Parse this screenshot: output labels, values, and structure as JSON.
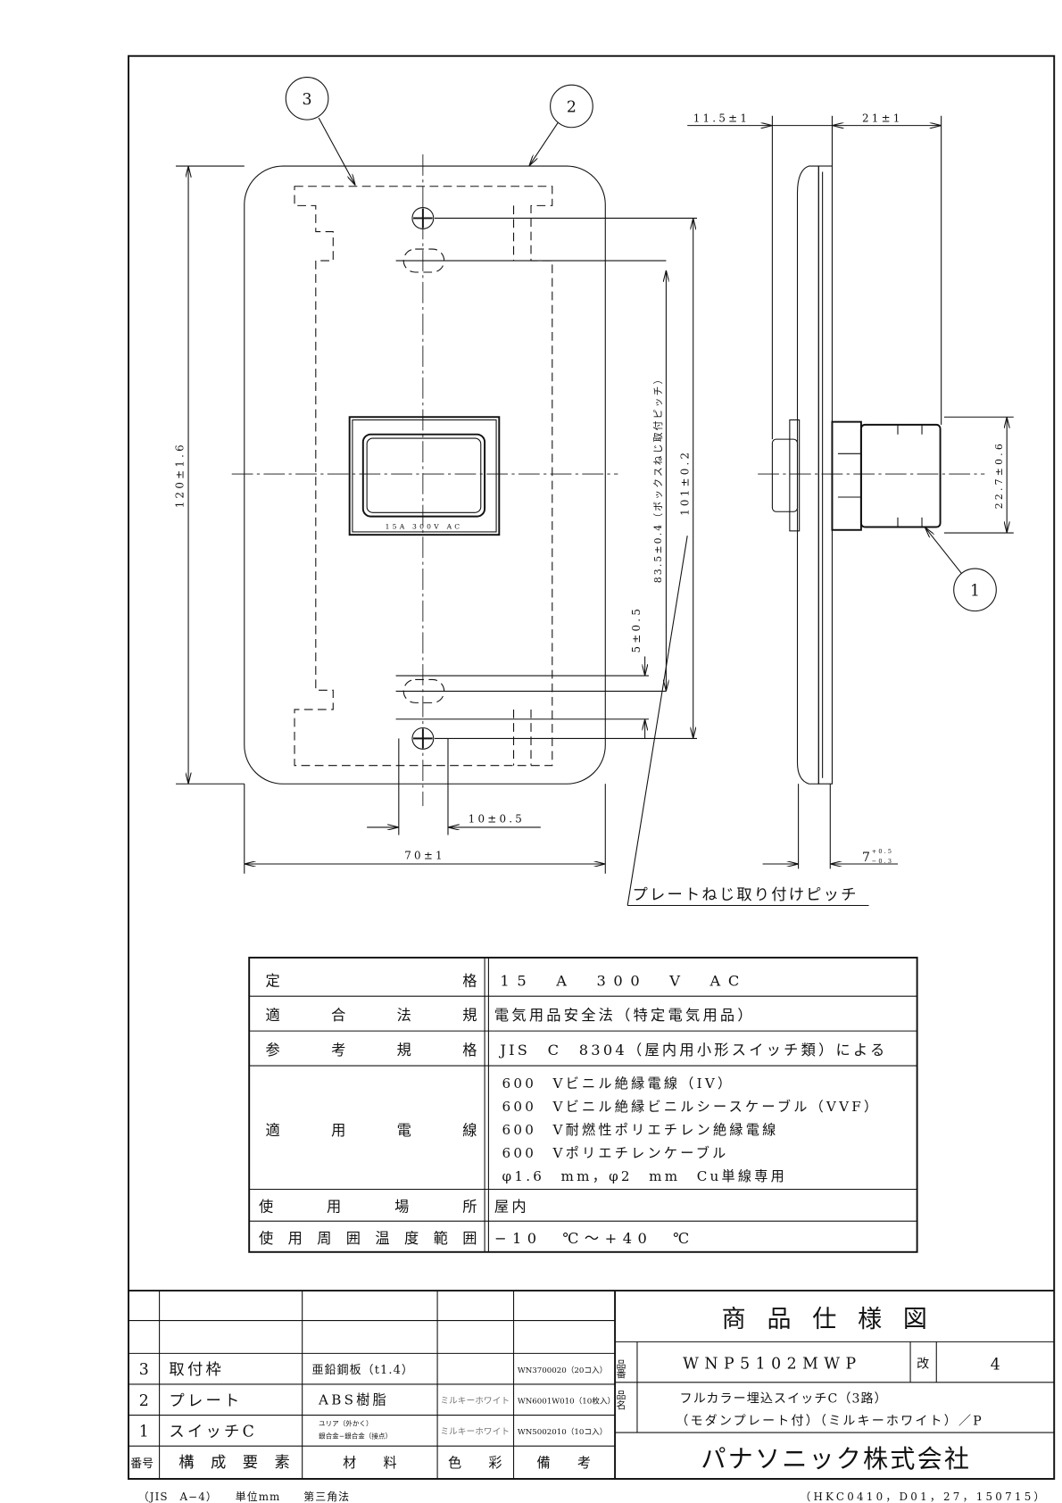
{
  "drawing": {
    "balloons": [
      "3",
      "2",
      "1"
    ],
    "switch_rating_mark": "15A 300V AC",
    "dimensions": {
      "height": "120±1.6",
      "width": "70±1",
      "screw_offset": "10±0.5",
      "plate_screw_pitch": "101±0.2",
      "box_screw_pitch": "83.5±0.4（ボックスねじ取付ピッチ）",
      "slot_offset": "5±0.5",
      "depth_front": "11.5±1",
      "depth_back": "21±1",
      "body_height": "22.7±0.6",
      "plate_thickness": "7",
      "plate_thickness_tol_plus": "+0.5",
      "plate_thickness_tol_minus": "−0.3"
    },
    "leader_note": "プレートねじ取り付けピッチ"
  },
  "spec_table": [
    {
      "label": "定　　　　　　　格",
      "value": "15　A　300　V　AC"
    },
    {
      "label": "適　　合　　法　　規",
      "value": "電気用品安全法（特定電気用品）"
    },
    {
      "label": "参　　考　　規　　格",
      "value": "JIS　C　8304（屋内用小形スイッチ類）による"
    },
    {
      "label": "適　　用　　電　　線",
      "values": [
        "600　Vビニル絶縁電線（IV）",
        "600　Vビニル絶縁ビニルシースケーブル（VVF）",
        "600　V耐燃性ポリエチレン絶縁電線",
        "600　Vポリエチレンケーブル",
        "φ1.6　mm，φ2　mm　Cu単線専用"
      ]
    },
    {
      "label": "使　　用　　場　　所",
      "value": "屋内"
    },
    {
      "label": "使用周囲温度範囲",
      "value": "−10　℃〜+40　℃"
    }
  ],
  "parts_table": {
    "headers": [
      "番号",
      "構 成 要 素",
      "材　　料",
      "色　　彩",
      "備　　考"
    ],
    "rows": [
      {
        "no": "3",
        "name": "取付枠",
        "material": "亜鉛鋼板（t1.4）",
        "material2": "",
        "color": "",
        "note": "WN3700020（20コ入）"
      },
      {
        "no": "2",
        "name": "プレート",
        "material": "ABS樹脂",
        "material2": "",
        "color": "ミルキーホワイト",
        "note": "WN6001W010（10枚入）"
      },
      {
        "no": "1",
        "name": "スイッチC",
        "material": "ユリア（外かく）",
        "material2": "銀合金−銀合金（接点）",
        "color": "ミルキーホワイト",
        "note": "WN5002010（10コ入）"
      }
    ]
  },
  "title_block": {
    "title": "商品仕様図",
    "part_no_label": "品番",
    "part_no": "WNP5102MWP",
    "rev_label": "改",
    "rev": "4",
    "name_label": "品名",
    "name_line1": "フルカラー埋込スイッチC（3路）",
    "name_line2": "（モダンプレート付）（ミルキーホワイト）／P",
    "company": "パナソニック株式会社"
  },
  "footer": {
    "left": "（JIS　A−4）　　単位mm　　第三角法",
    "right": "（HKC0410，D01，27，150715）"
  }
}
